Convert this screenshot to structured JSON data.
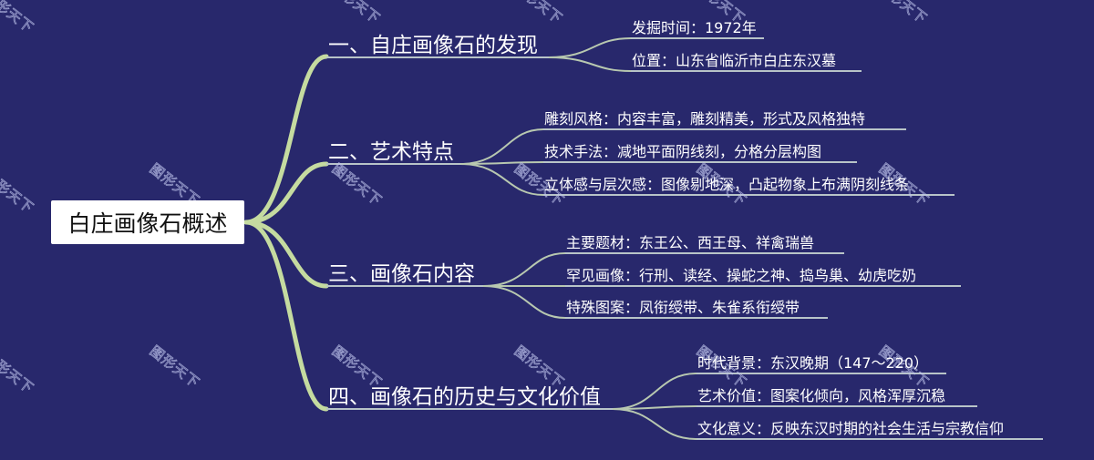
{
  "root": {
    "label": "白庄画像石概述"
  },
  "watermark": {
    "text": "图形天下"
  },
  "colors": {
    "background": "#28286c",
    "main_branch_line": "#c5dba0",
    "sub_branch_line": "#b8c8b0",
    "underline": "#b8c4c8",
    "text": "#ffffff",
    "root_box": "#ffffff"
  },
  "branches": [
    {
      "label": "一、自庄画像石的发现",
      "children": [
        {
          "label": "发掘时间：1972年"
        },
        {
          "label": "位置：山东省临沂市白庄东汉墓"
        }
      ]
    },
    {
      "label": "二、艺术特点",
      "children": [
        {
          "label": "雕刻风格：内容丰富，雕刻精美，形式及风格独特"
        },
        {
          "label": "技术手法：减地平面阴线刻，分格分层构图"
        },
        {
          "label": "立体感与层次感：图像剔地深，凸起物象上布满阴刻线条"
        }
      ]
    },
    {
      "label": "三、画像石内容",
      "children": [
        {
          "label": "主要题材：东王公、西王母、祥禽瑞兽"
        },
        {
          "label": "罕见画像：行刑、读经、操蛇之神、捣鸟巢、幼虎吃奶"
        },
        {
          "label": "特殊图案：凤衔绶带、朱雀系衔绶带"
        }
      ]
    },
    {
      "label": "四、画像石的历史与文化价值",
      "children": [
        {
          "label": "时代背景：东汉晚期（147～220）"
        },
        {
          "label": "艺术价值：图案化倾向，风格浑厚沉稳"
        },
        {
          "label": "文化意义：反映东汉时期的社会生活与宗教信仰"
        }
      ]
    }
  ]
}
